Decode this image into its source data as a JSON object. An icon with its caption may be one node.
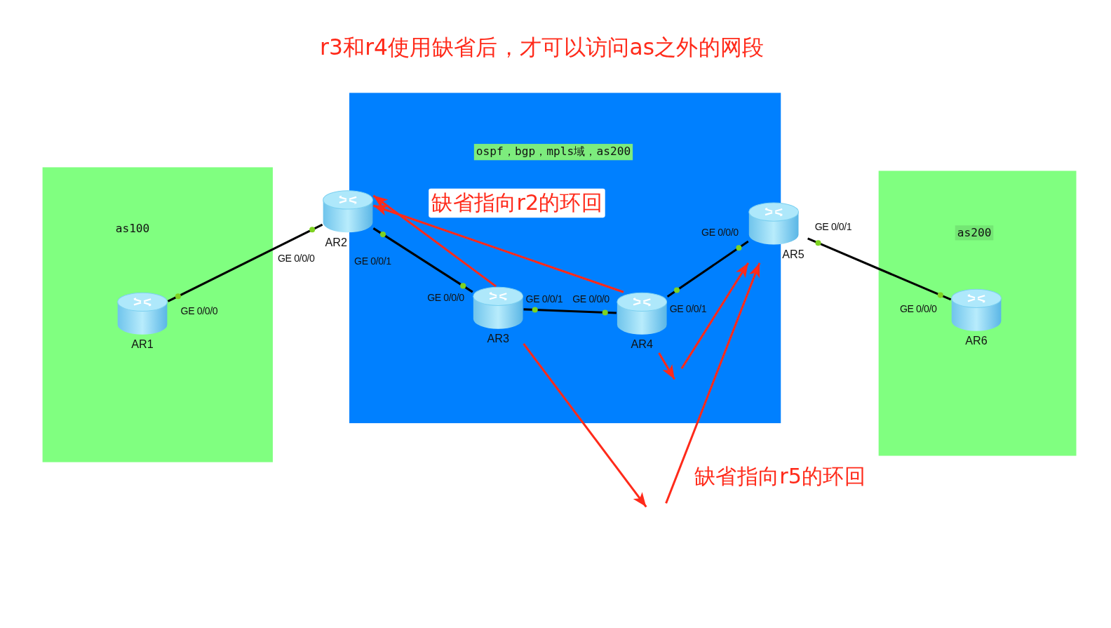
{
  "diagram": {
    "title": "r3和r4使用缺省后，才可以访问as之外的网段",
    "nodes": [
      {
        "text": [
          "as100"
        ]
      },
      {
        "text": [
          "ospf，bgp，mpls域，as200"
        ]
      },
      {
        "text": [
          "as200"
        ]
      },
      {
        "text": [
          "AR1"
        ],
        "in": 0,
        "beside": [
          "GE 0/0/0"
        ]
      },
      {
        "text": [
          "AR2"
        ],
        "beside": [
          "GE 0/0/0",
          "GE 0/0/1"
        ]
      },
      {
        "text": [
          "AR3"
        ],
        "in": 1,
        "beside": [
          "GE 0/0/0",
          "GE 0/0/1"
        ]
      },
      {
        "text": [
          "AR4"
        ],
        "in": 1,
        "beside": [
          "GE 0/0/0",
          "GE 0/0/1"
        ]
      },
      {
        "text": [
          "AR5"
        ],
        "beside": [
          "GE 0/0/0",
          "GE 0/0/1"
        ]
      },
      {
        "text": [
          "AR6"
        ],
        "in": 2,
        "beside": [
          "GE 0/0/0"
        ]
      }
    ],
    "edges": [
      {
        "from": 3,
        "to": 4,
        "arrow": "none",
        "color": "#000000"
      },
      {
        "from": 4,
        "to": 5,
        "arrow": "none",
        "color": "#000000"
      },
      {
        "from": 5,
        "to": 6,
        "arrow": "none",
        "color": "#000000"
      },
      {
        "from": 6,
        "to": 7,
        "arrow": "none",
        "color": "#000000"
      },
      {
        "from": 7,
        "to": 8,
        "arrow": "none",
        "color": "#000000"
      },
      {
        "from": 5,
        "to": 4,
        "arrow": "to",
        "color": "#ff2a1a"
      },
      {
        "from": 6,
        "to": 4,
        "arrow": "to",
        "color": "#ff2a1a"
      },
      {
        "from": 6,
        "to": null,
        "arrow": "to",
        "color": "#ff2a1a"
      },
      {
        "from": null,
        "to": 7,
        "arrow": "to",
        "color": "#ff2a1a"
      },
      {
        "from": 5,
        "to": null,
        "arrow": "to",
        "color": "#ff2a1a"
      },
      {
        "from": null,
        "to": 7,
        "arrow": "to",
        "color": "#ff2a1a"
      }
    ],
    "labels": [
      "缺省指向r2的环回",
      "缺省指向r5的环回"
    ]
  }
}
